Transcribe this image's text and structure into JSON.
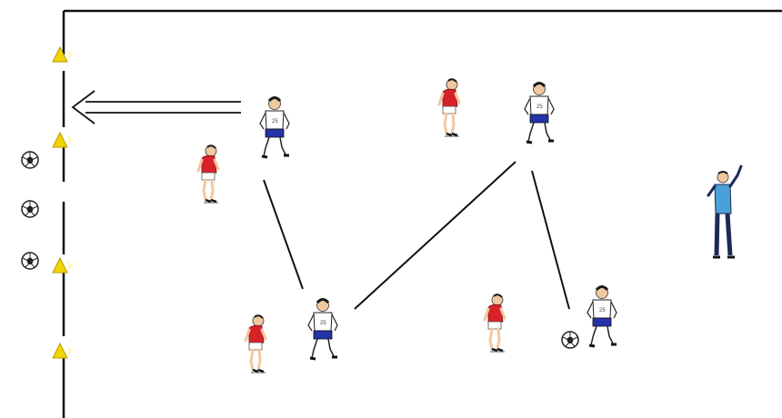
{
  "colors": {
    "boundary": "#111111",
    "cone": "#f2d400",
    "cone_outline": "#b89a00",
    "red_shirt": "#d8222a",
    "white_shirt": "#ffffff",
    "blue_shorts": "#2433a8",
    "coach_shirt": "#4aa0d8",
    "coach_trousers": "#1c2a55",
    "skin": "#f0c8a0",
    "hair": "#1a1a1a",
    "line": "#111111",
    "ball": "#222222"
  },
  "icons": {
    "cone": "cone-icon",
    "ball": "ball-icon",
    "red_player": "red-player-icon",
    "white_player": "white-player-icon",
    "coach": "coach-icon",
    "arrow": "run-arrow"
  },
  "players_red": [
    "defender-1",
    "defender-2",
    "defender-3",
    "defender-4"
  ],
  "players_white": [
    "attacker-1",
    "attacker-2",
    "attacker-3",
    "attacker-4"
  ],
  "coach": "coach",
  "balls_spare": 3,
  "cones": 4
}
